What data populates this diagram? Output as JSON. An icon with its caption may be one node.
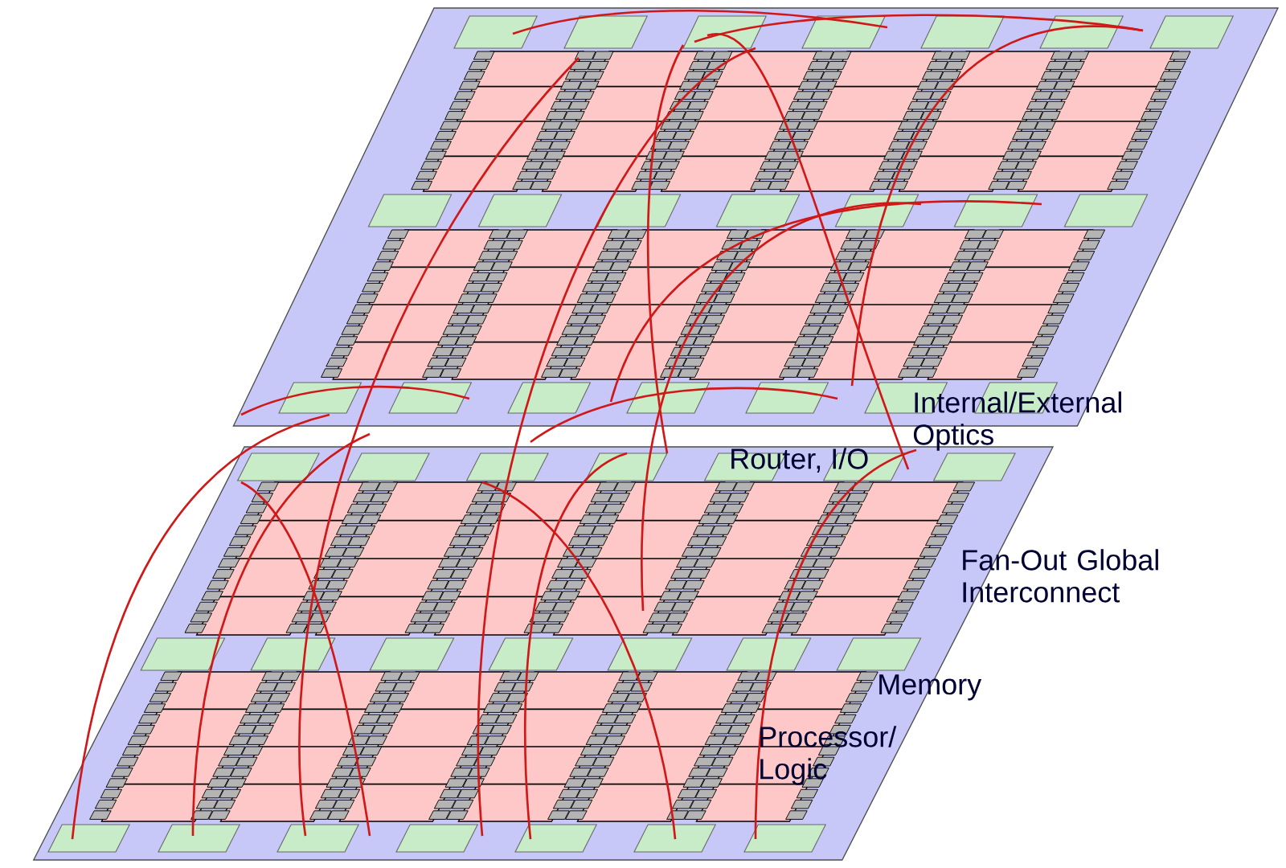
{
  "diagram": {
    "labels": [
      "Internal/External Optics",
      "Router, I/O",
      "Fan-Out Global Interconnect",
      "Memory",
      "Processor/ Logic"
    ]
  }
}
